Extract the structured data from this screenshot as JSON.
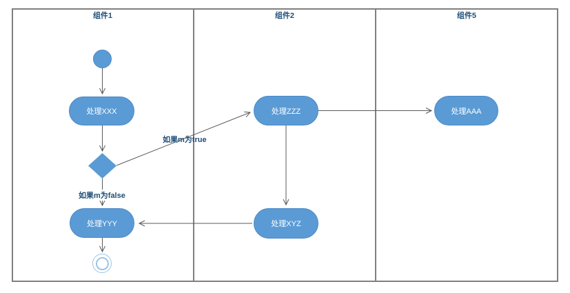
{
  "diagram": {
    "type": "uml-activity-swimlane",
    "lanes": [
      {
        "title": "组件1"
      },
      {
        "title": "组件2"
      },
      {
        "title": "组件5"
      }
    ],
    "nodes": {
      "start": {
        "type": "initial-node"
      },
      "xxx": {
        "label": "处理XXX"
      },
      "decision": {
        "type": "decision-diamond"
      },
      "yyy": {
        "label": "处理YYY"
      },
      "end": {
        "type": "final-node"
      },
      "zzz": {
        "label": "处理ZZZ"
      },
      "xyz": {
        "label": "处理XYZ"
      },
      "aaa": {
        "label": "处理AAA"
      }
    },
    "edge_labels": {
      "true_branch": "如果m为true",
      "false_branch": "如果m为false"
    },
    "edges": [
      {
        "from": "start",
        "to": "xxx"
      },
      {
        "from": "xxx",
        "to": "decision"
      },
      {
        "from": "decision",
        "to": "zzz",
        "label": "如果m为true"
      },
      {
        "from": "decision",
        "to": "yyy",
        "label": "如果m为false"
      },
      {
        "from": "yyy",
        "to": "end"
      },
      {
        "from": "zzz",
        "to": "aaa"
      },
      {
        "from": "zzz",
        "to": "xyz"
      },
      {
        "from": "xyz",
        "to": "yyy"
      }
    ],
    "colors": {
      "node_fill": "#5b9bd5",
      "node_border": "#4a89c7",
      "node_text": "#ffffff",
      "lane_title_text": "#1f4e79",
      "edge_label_text": "#1f4e79",
      "connector_line": "#595959",
      "lane_border": "#7f7f7f",
      "final_node_stroke": "#9dc3e6"
    }
  }
}
